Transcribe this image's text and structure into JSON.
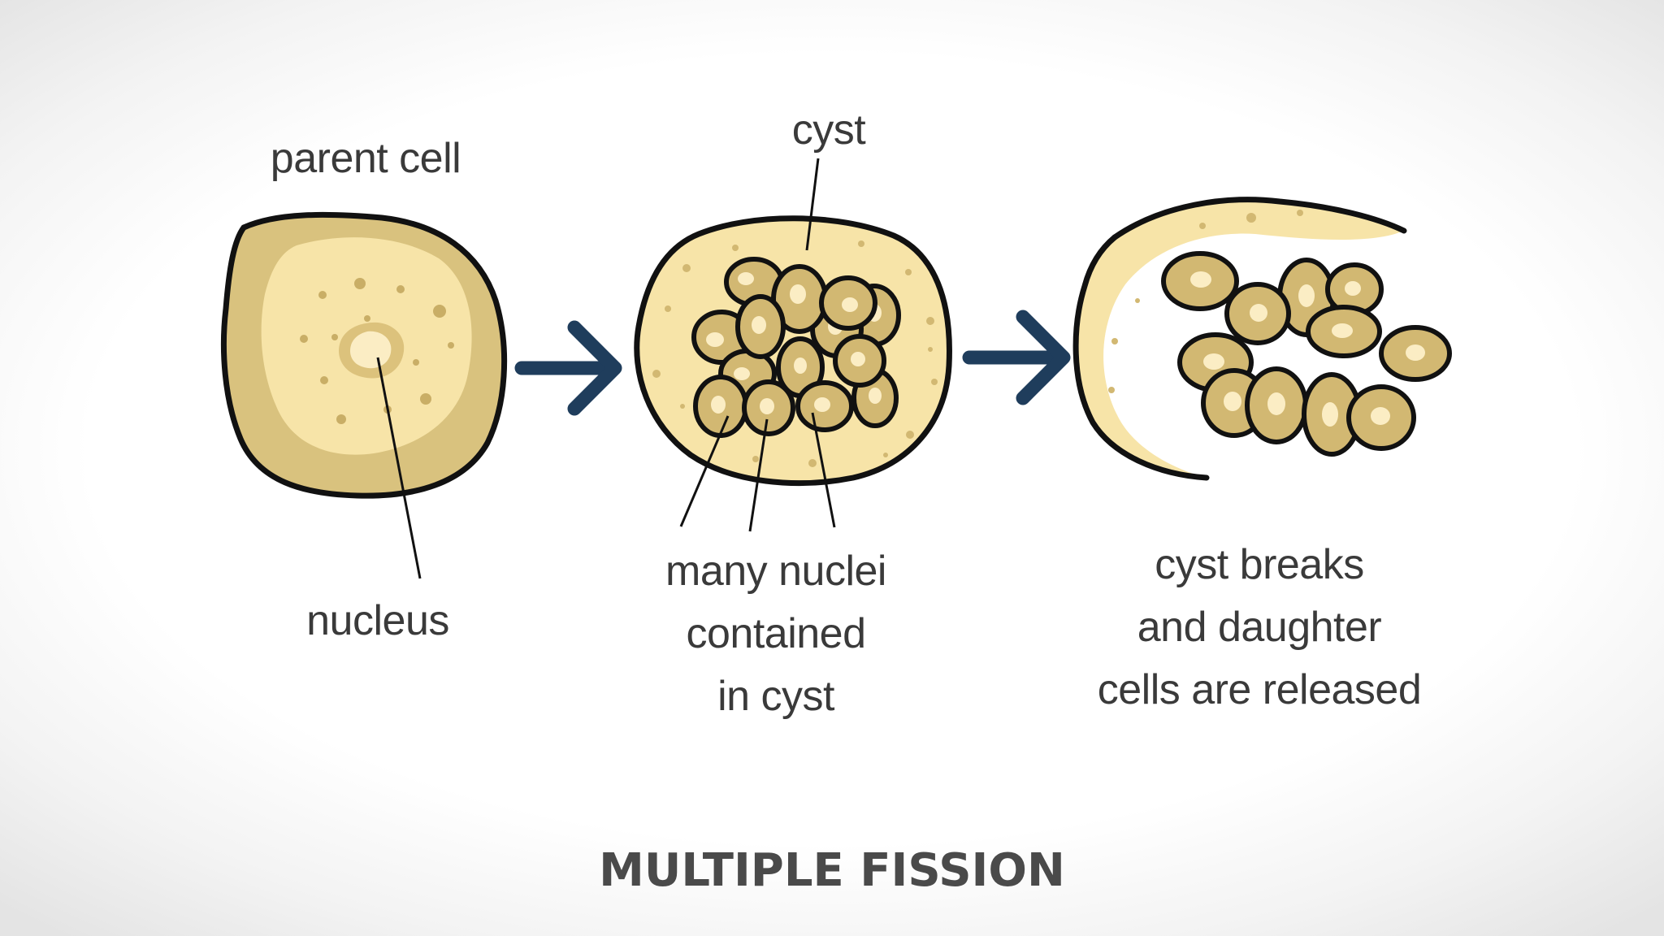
{
  "labels": {
    "parent_cell": "parent cell",
    "cyst": "cyst",
    "nucleus": "nucleus",
    "many_nuclei": [
      "many nuclei",
      "contained",
      "in cyst"
    ],
    "released": [
      "cyst breaks",
      "and daughter",
      "cells are released"
    ]
  },
  "caption": "MULTIPLE FISSION",
  "colors": {
    "cell_outer": "#d9c27e",
    "cell_inner": "#f7e4a8",
    "nucleus_outer": "#c9b06a",
    "nucleus_inner": "#fbedc4",
    "outline": "#111111",
    "arrow": "#1f3d5c",
    "text": "#3a3a3a"
  }
}
